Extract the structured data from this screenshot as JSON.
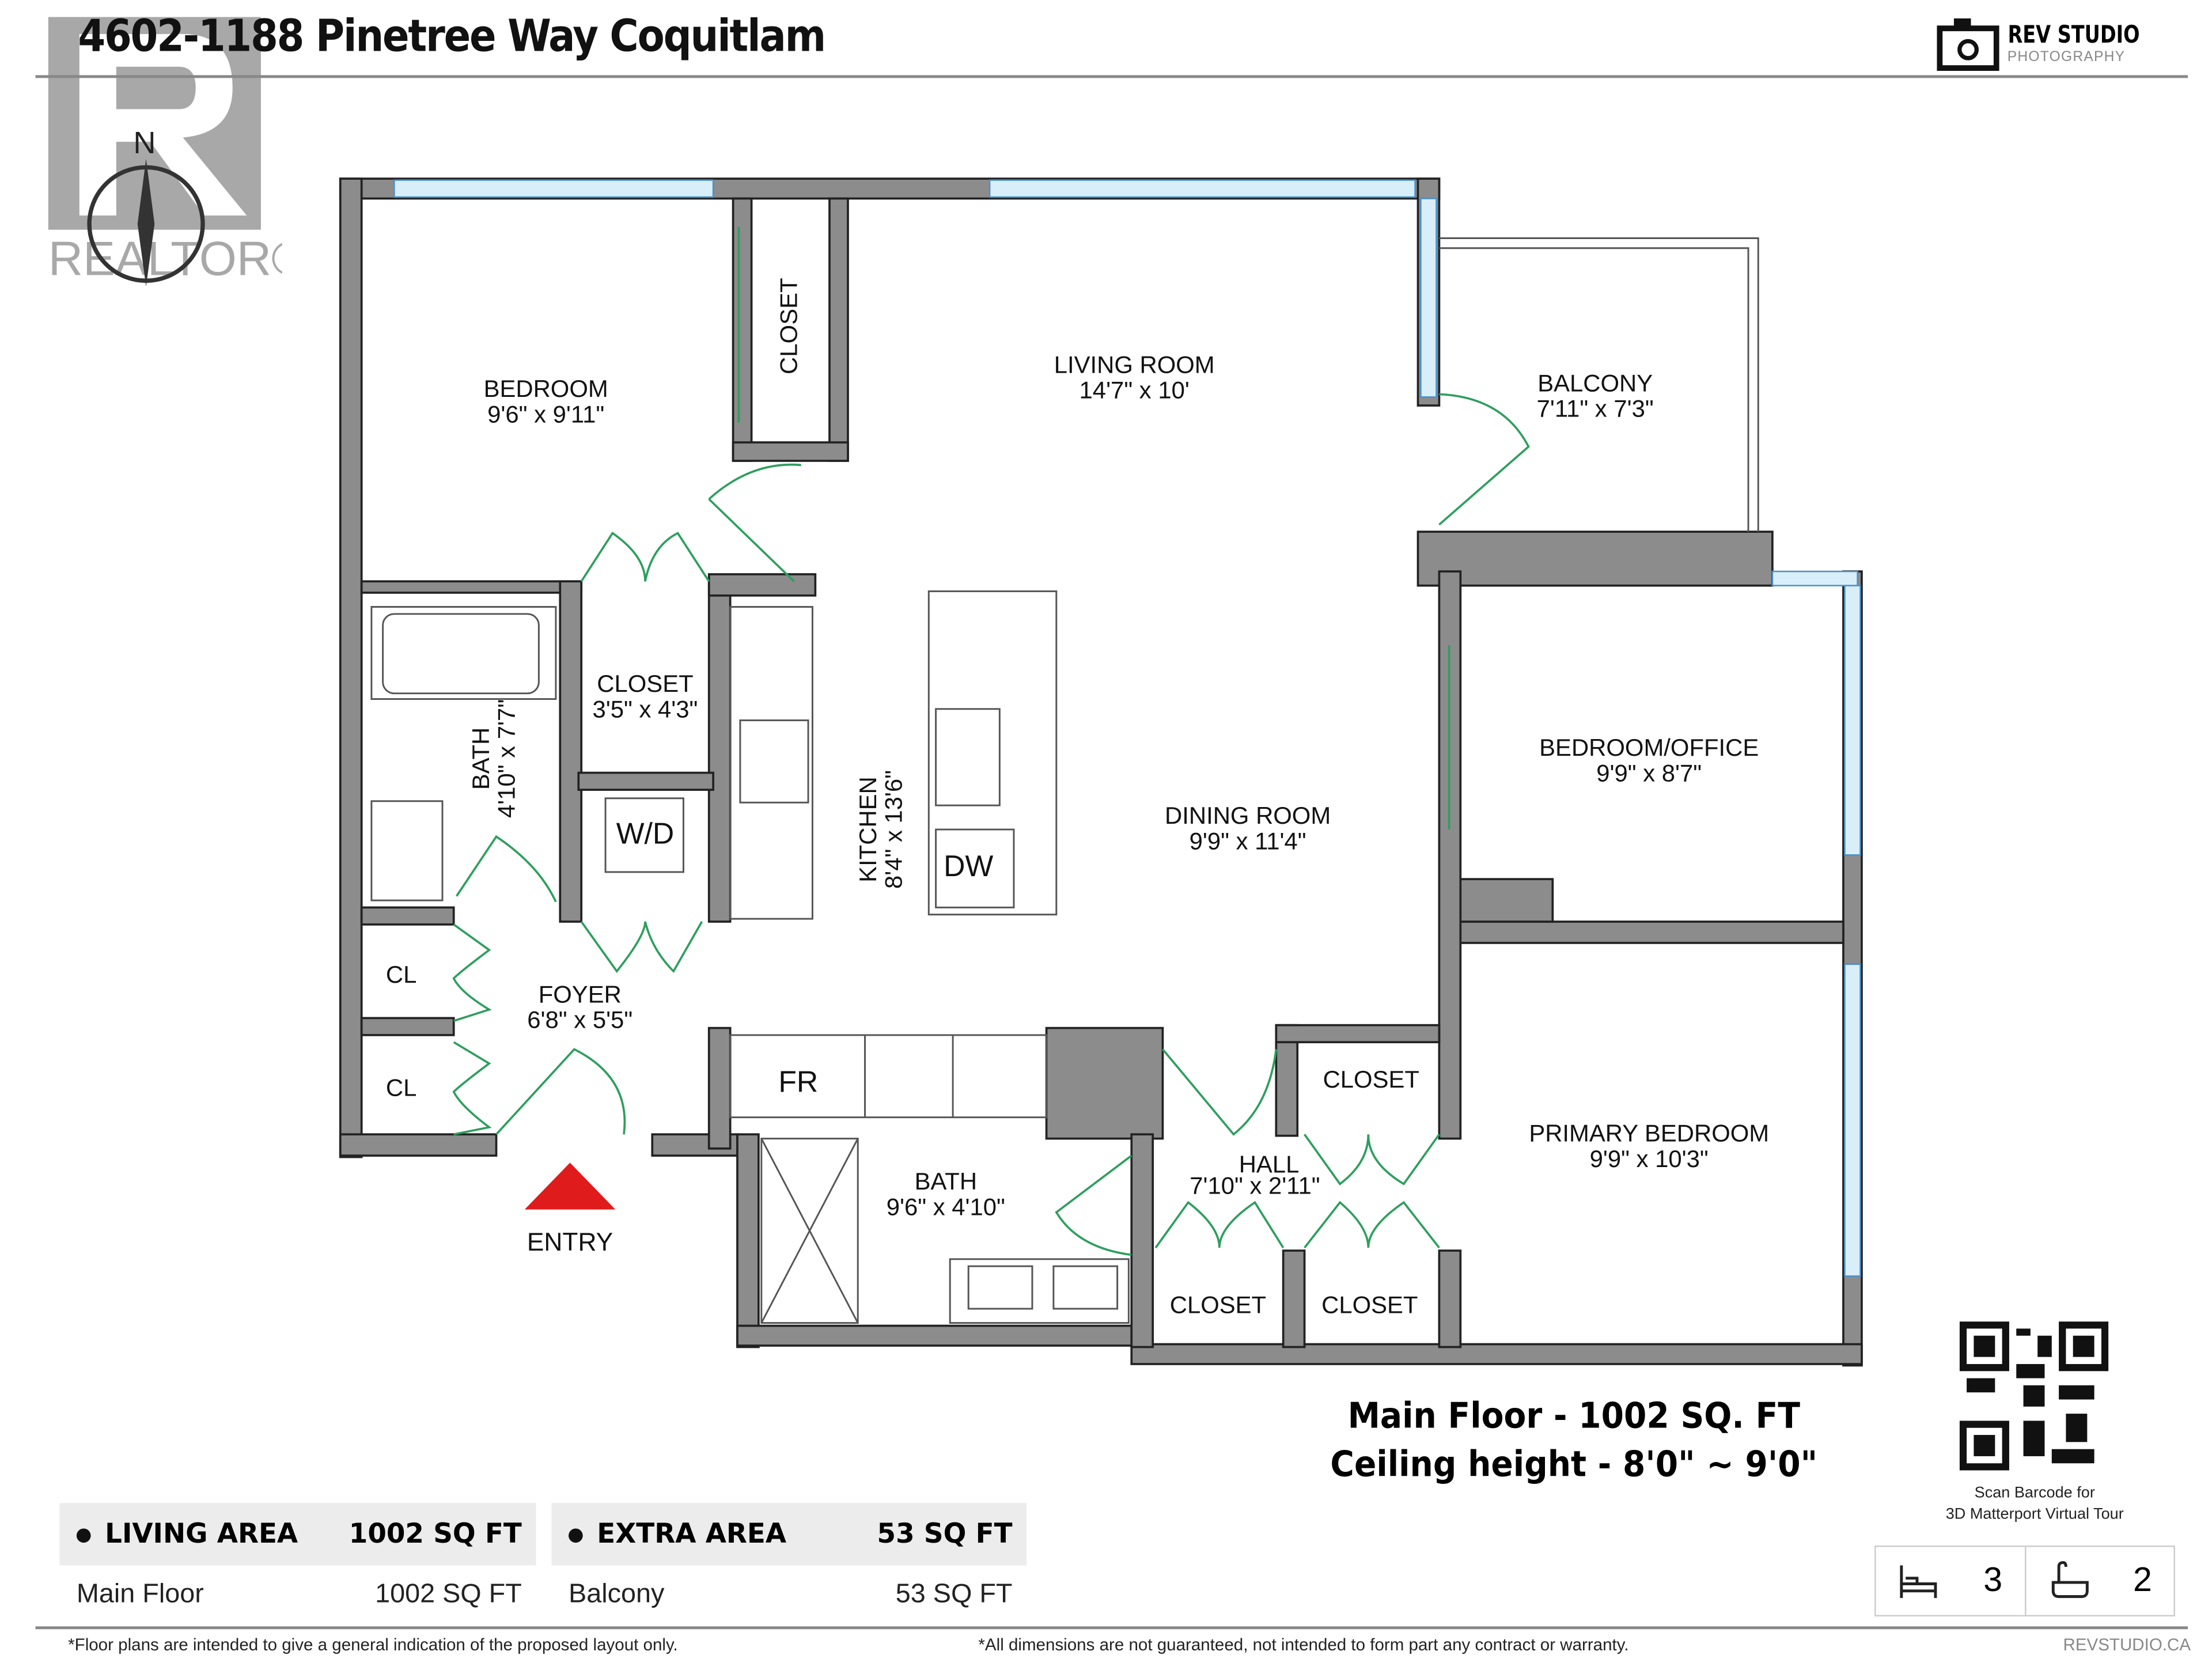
{
  "header": {
    "title": "4602-1188 Pinetree Way Coquitlam",
    "brand_line1": "REV STUDIO",
    "brand_line2": "PHOTOGRAPHY"
  },
  "watermark": {
    "text": "REALTOR®",
    "compass": "N"
  },
  "rooms": [
    {
      "name": "BEDROOM",
      "dims": "9'6\" x 9'11\""
    },
    {
      "name": "CLOSET",
      "dims": ""
    },
    {
      "name": "LIVING ROOM",
      "dims": "14'7\" x 10'"
    },
    {
      "name": "BALCONY",
      "dims": "7'11\" x 7'3\""
    },
    {
      "name": "CLOSET",
      "dims": "3'5\" x 4'3\""
    },
    {
      "name": "BATH",
      "dims": "4'10\" x 7'7\""
    },
    {
      "name": "W/D",
      "dims": ""
    },
    {
      "name": "KITCHEN",
      "dims": "8'4\" x 13'6\""
    },
    {
      "name": "DW",
      "dims": ""
    },
    {
      "name": "DINING ROOM",
      "dims": "9'9\" x 11'4\""
    },
    {
      "name": "BEDROOM/OFFICE",
      "dims": "9'9\" x 8'7\""
    },
    {
      "name": "CL",
      "dims": ""
    },
    {
      "name": "CL",
      "dims": ""
    },
    {
      "name": "FOYER",
      "dims": "6'8\" x 5'5\""
    },
    {
      "name": "FR",
      "dims": ""
    },
    {
      "name": "BATH",
      "dims": "9'6\" x 4'10\""
    },
    {
      "name": "HALL",
      "dims": "7'10\" x 2'11\""
    },
    {
      "name": "CLOSET",
      "dims": ""
    },
    {
      "name": "CLOSET",
      "dims": ""
    },
    {
      "name": "CLOSET",
      "dims": ""
    },
    {
      "name": "PRIMARY BEDROOM",
      "dims": "9'9\" x 10'3\""
    }
  ],
  "entry_label": "ENTRY",
  "summary": {
    "line1": "Main Floor - 1002 SQ. FT",
    "line2": "Ceiling height - 8'0\" ~ 9'0\""
  },
  "qr": {
    "caption1": "Scan Barcode for",
    "caption2": "3D Matterport Virtual Tour"
  },
  "areas": [
    {
      "header": "LIVING AREA",
      "total": "1002 SQ FT",
      "rows": [
        {
          "label": "Main Floor",
          "value": "1002 SQ FT"
        }
      ]
    },
    {
      "header": "EXTRA AREA",
      "total": "53 SQ FT",
      "rows": [
        {
          "label": "Balcony",
          "value": "53 SQ FT"
        }
      ]
    }
  ],
  "counts": {
    "bedrooms": "3",
    "bathrooms": "2",
    "bed_icon": "bed-icon",
    "bath_icon": "bathtub-icon"
  },
  "footer": {
    "left": "*Floor plans are intended to give a general indication of the proposed layout only.",
    "middle": "*All dimensions are not guaranteed, not intended to form part any contract or warranty.",
    "right": "REVSTUDIO.CA"
  },
  "colors": {
    "wall": "#8c8c8c",
    "window": "#bfe3f5",
    "door": "#2e9e5e",
    "entry": "#e01b1b"
  }
}
